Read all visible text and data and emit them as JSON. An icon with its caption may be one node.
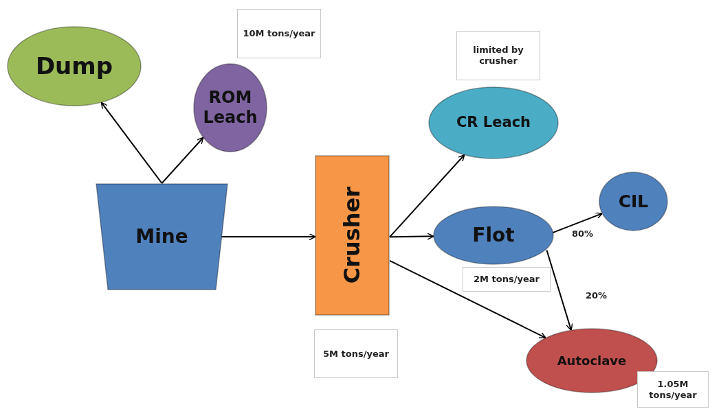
{
  "diagram": {
    "nodes": [
      {
        "text": [
          "Dump"
        ]
      },
      {
        "text": [
          "ROM Leach"
        ]
      },
      {
        "text": [
          "Mine"
        ]
      },
      {
        "text": [
          "Crusher"
        ]
      },
      {
        "text": [
          "CR Leach"
        ]
      },
      {
        "text": [
          "Flot"
        ]
      },
      {
        "text": [
          "CIL"
        ]
      },
      {
        "text": [
          "Autoclave"
        ]
      },
      {
        "text": [
          "10M tons/year"
        ]
      },
      {
        "text": [
          "limited by crusher"
        ]
      },
      {
        "text": [
          "5M tons/year"
        ]
      },
      {
        "text": [
          "2M tons/year"
        ]
      },
      {
        "text": [
          "1.05M tons/year"
        ]
      }
    ],
    "edges": [
      {
        "from": 2,
        "to": 0,
        "arrow": "to"
      },
      {
        "from": 2,
        "to": 1,
        "arrow": "to"
      },
      {
        "from": 2,
        "to": 3,
        "arrow": "to"
      },
      {
        "from": 3,
        "to": 4,
        "arrow": "to"
      },
      {
        "from": 3,
        "to": 5,
        "arrow": "to"
      },
      {
        "from": 3,
        "to": 7,
        "arrow": "to"
      },
      {
        "from": 5,
        "to": 6,
        "arrow": "to",
        "label": "80%"
      },
      {
        "from": 5,
        "to": 7,
        "arrow": "to",
        "label": "20%"
      }
    ]
  }
}
